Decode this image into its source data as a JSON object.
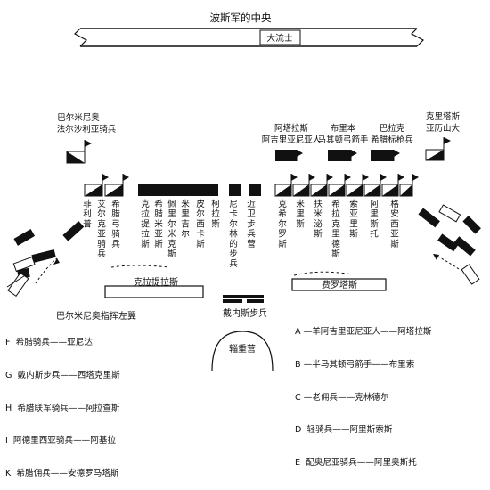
{
  "title": "波斯军的中央",
  "king_label": "大流士",
  "groups": {
    "left_commander": [
      "巴尔米尼奥",
      "法尔沙利亚骑兵"
    ],
    "arsaces": [
      "阿塔拉斯",
      "阿吉里亚尼亚人"
    ],
    "coenus": [
      "布里本",
      "马其顿弓箭手"
    ],
    "meleager": [
      "巴拉克",
      "希腊标枪兵"
    ],
    "right_wing": [
      "克里塔斯",
      "亚历山大"
    ]
  },
  "units_left": [
    "菲利普",
    "艾尔克亚骑兵",
    "希腊弓骑兵"
  ],
  "units_center_left": [
    "克拉提拉斯",
    "希腊米亚斯",
    "佩里尔米克斯",
    "米里吉尔",
    "皮尔西卡斯"
  ],
  "units_center": [
    "柯拉斯",
    "尼卡尔林的步兵",
    "近卫步兵营"
  ],
  "units_center_right": [
    "克希尔罗斯",
    "米里斯",
    "扶米泌斯",
    "希拉克里德斯",
    "索亚里斯",
    "阿里斯托",
    "格安西亚斯"
  ],
  "banner_left": "克拉提拉斯",
  "banner_right": "费罗塔斯",
  "left_wing_commander": "巴尔米尼奥指挥左翼",
  "center_infantry": "戴内斯步兵",
  "camp": "辎重营",
  "legend_left": [
    "F  希腊骑兵——亚尼达",
    "G  戴内斯步兵——西塔克里斯",
    "H  希腊联军骑兵——阿拉查斯",
    "I  阿德里西亚骑兵——阿基拉",
    "K  希腊佣兵——安德罗马塔斯"
  ],
  "legend_right": [
    "A —羊阿吉里亚尼亚人——阿塔拉斯",
    "B —半马其顿弓箭手——布里索",
    "C —老佣兵——克林德尔",
    "D  轻骑兵——阿里斯索斯",
    "E  配奥尼亚骑兵——阿里奥斯托"
  ]
}
